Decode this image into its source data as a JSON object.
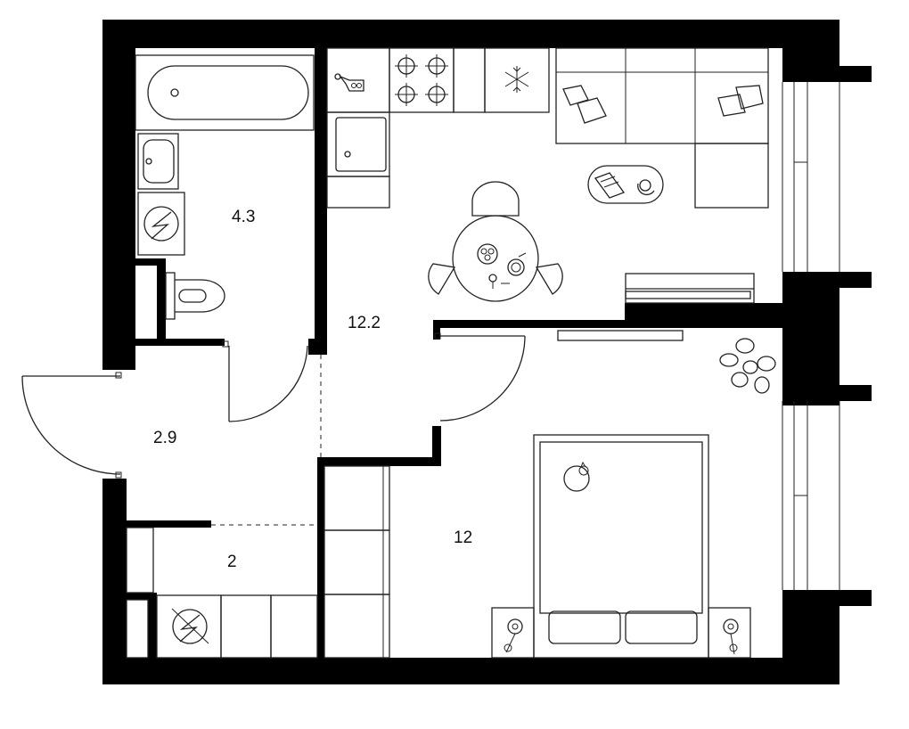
{
  "plan": {
    "rooms": [
      {
        "id": "bathroom",
        "area": "4.3"
      },
      {
        "id": "kitchen-living",
        "area": "12.2"
      },
      {
        "id": "hallway",
        "area": "2.9"
      },
      {
        "id": "storage",
        "area": "2"
      },
      {
        "id": "bedroom",
        "area": "12"
      }
    ]
  },
  "colors": {
    "wall": "#000000",
    "line": "#222222",
    "background": "#ffffff"
  }
}
